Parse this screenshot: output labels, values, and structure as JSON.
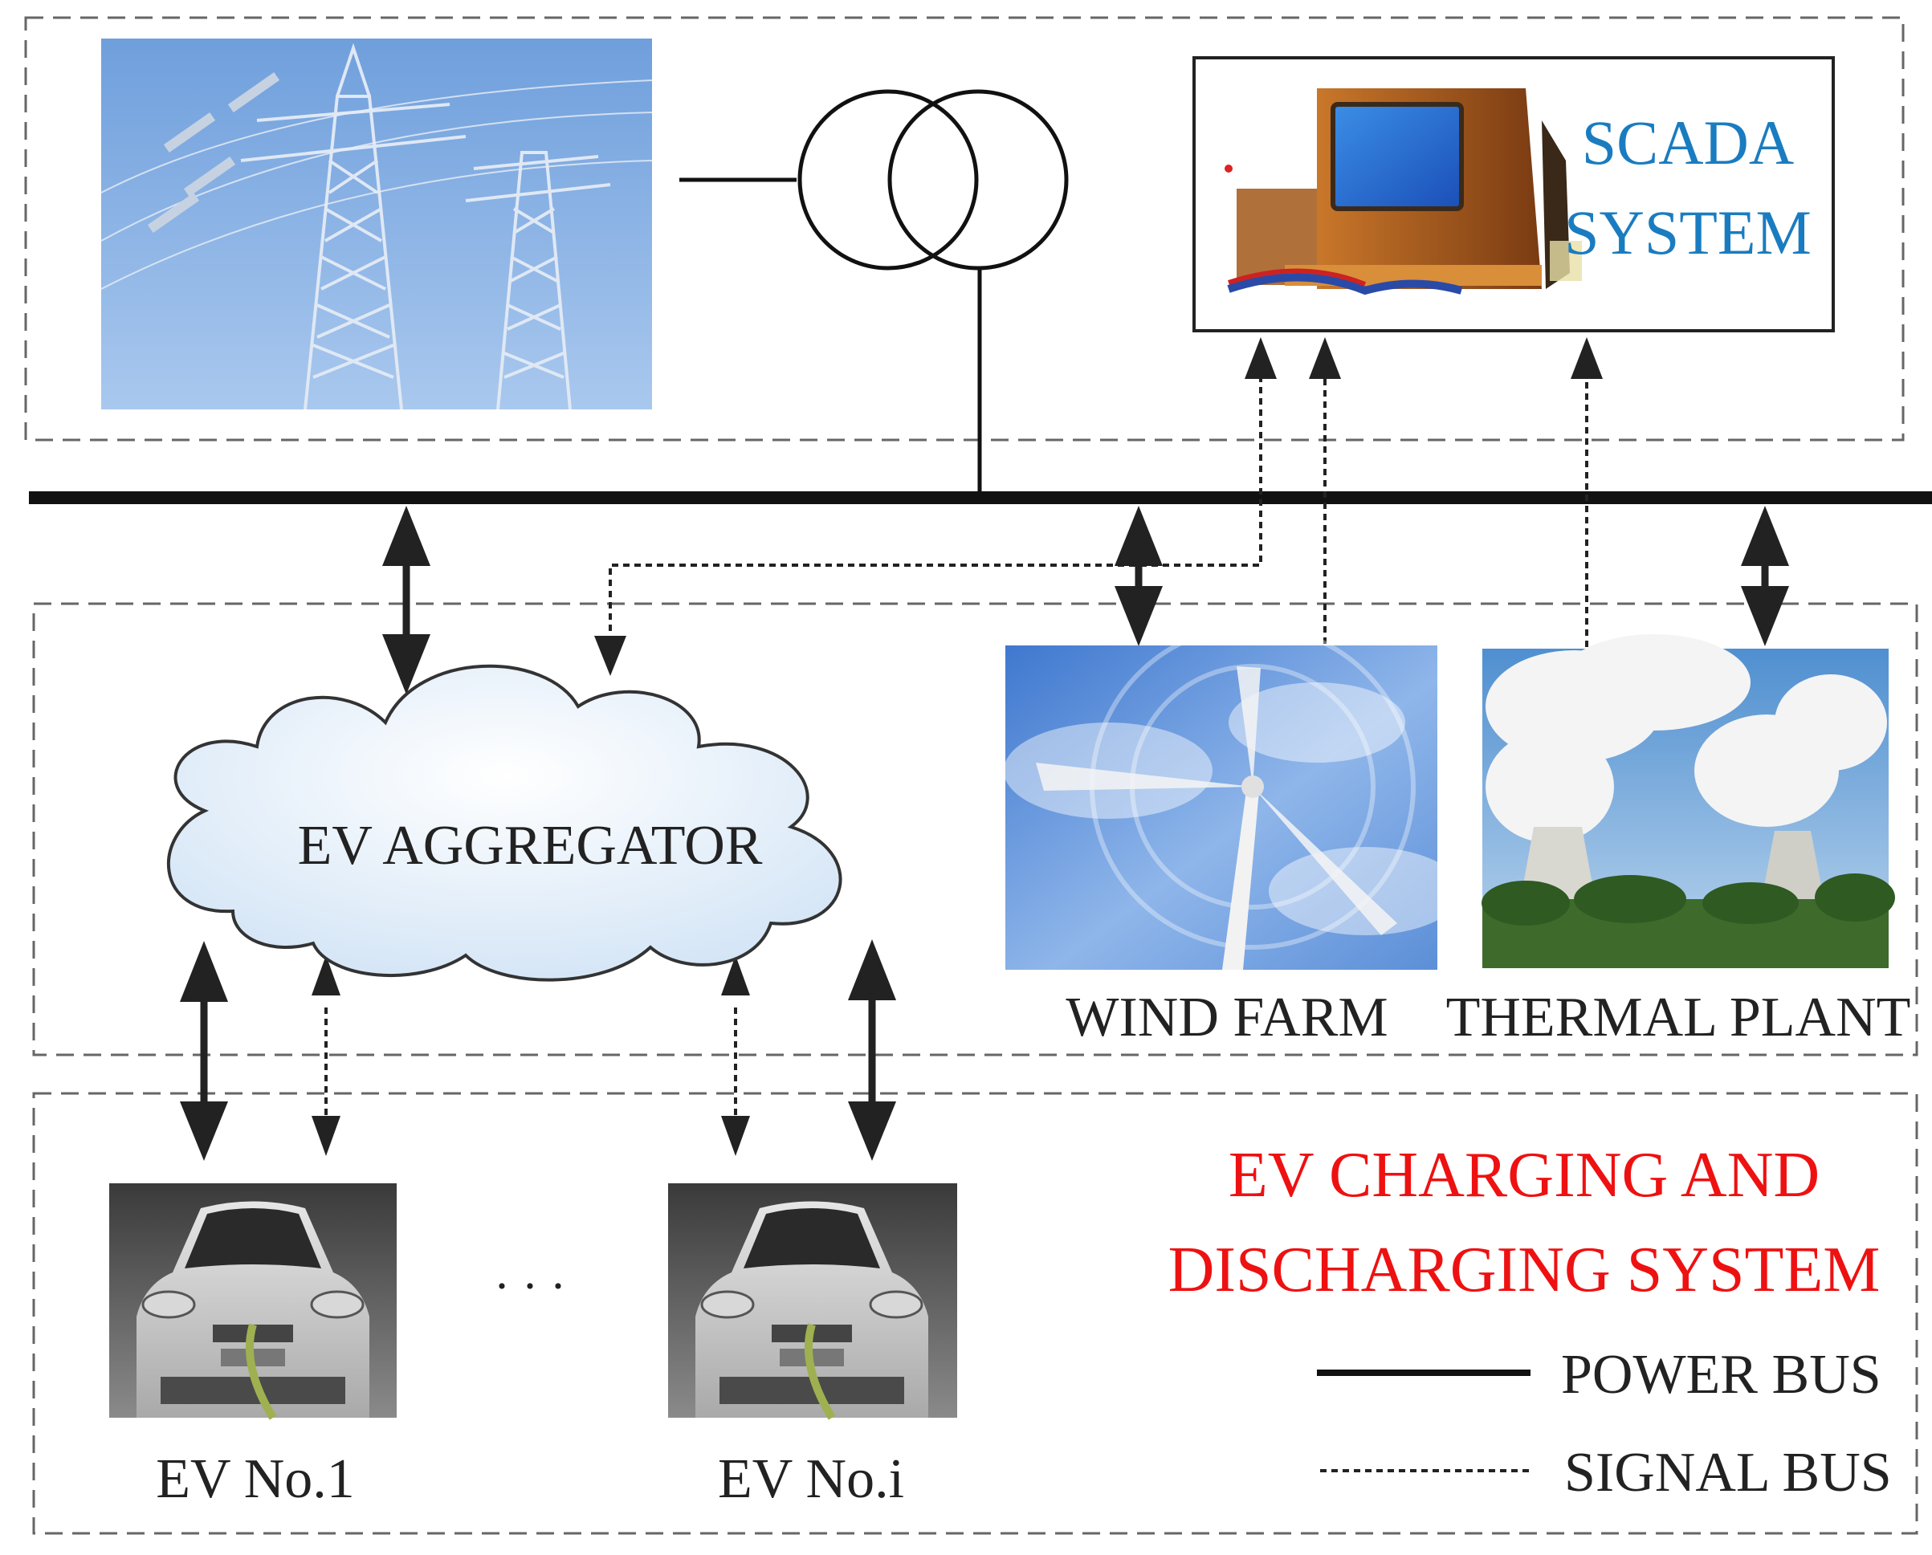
{
  "scada": {
    "line1": "SCADA",
    "line2": "SYSTEM"
  },
  "aggregator": {
    "label": "EV AGGREGATOR"
  },
  "wind_farm": {
    "label": "WIND FARM"
  },
  "thermal_plant": {
    "label": "THERMAL PLANT"
  },
  "ev1": {
    "label": "EV No.1"
  },
  "evi": {
    "label": "EV No.i"
  },
  "ellipsis": "· · ·",
  "system_title": {
    "line1": "EV CHARGING AND",
    "line2": "DISCHARGING SYSTEM"
  },
  "legend": {
    "power_bus": "POWER BUS",
    "signal_bus": "SIGNAL BUS"
  },
  "colors": {
    "line": "#111111",
    "dash_box": "#666666",
    "scada_text": "#1a7cc0",
    "system_title": "#ee1111",
    "label_text": "#222222"
  }
}
